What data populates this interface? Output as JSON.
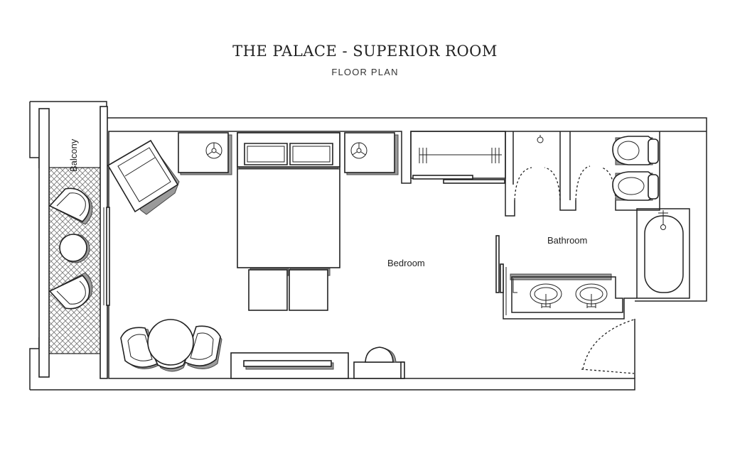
{
  "title": "THE PALACE - SUPERIOR ROOM",
  "subtitle": "FLOOR PLAN",
  "rooms": {
    "balcony": "Balcony",
    "bedroom": "Bedroom",
    "bathroom": "Bathroom"
  },
  "colors": {
    "line": "#222222",
    "shadow": "#9a9a9a",
    "background": "#ffffff"
  }
}
